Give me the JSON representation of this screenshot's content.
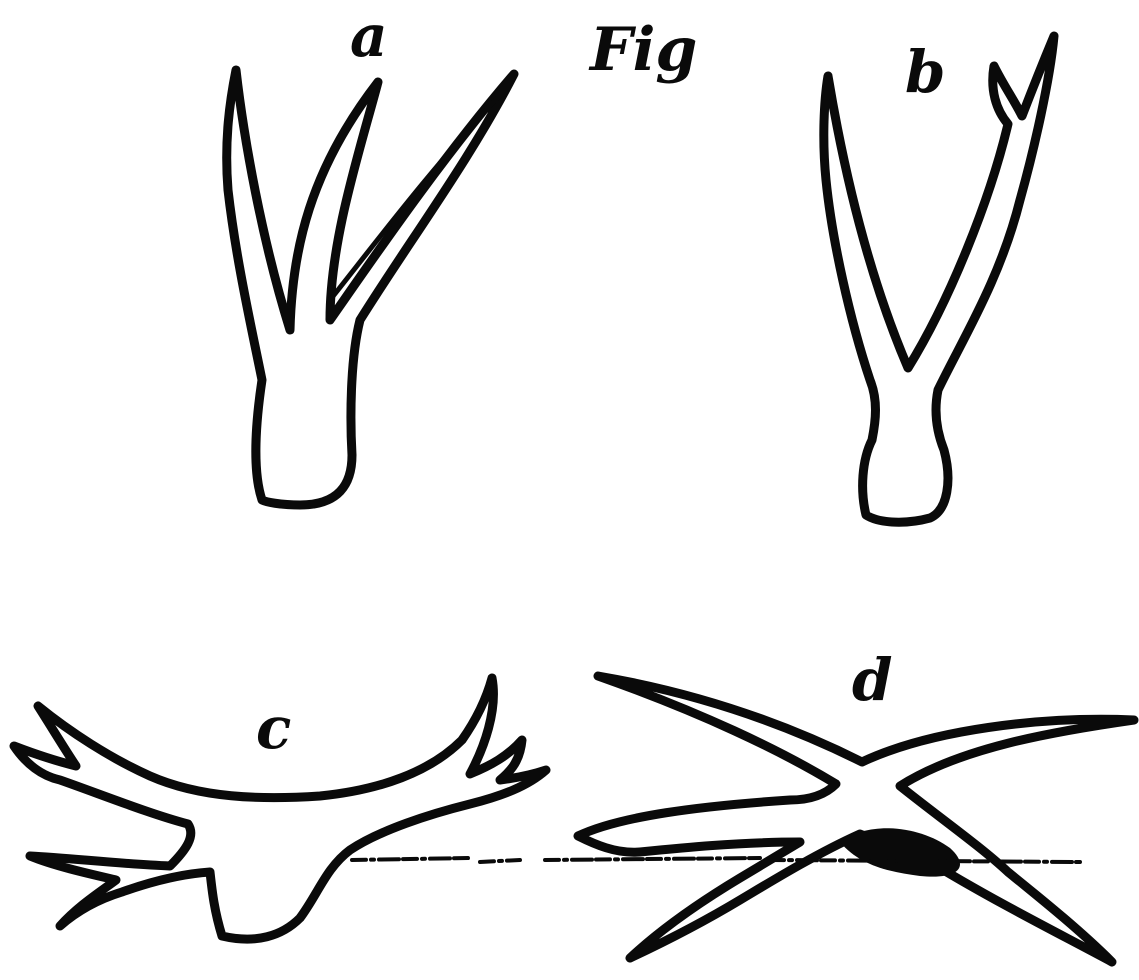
{
  "figure": {
    "header_label": "Fig",
    "panels": [
      {
        "id": "a",
        "label": "a"
      },
      {
        "id": "b",
        "label": "b"
      },
      {
        "id": "c",
        "label": "c"
      },
      {
        "id": "d",
        "label": "d"
      }
    ]
  },
  "colors": {
    "ink": "#0a0a0a",
    "paper": "#ffffff"
  }
}
